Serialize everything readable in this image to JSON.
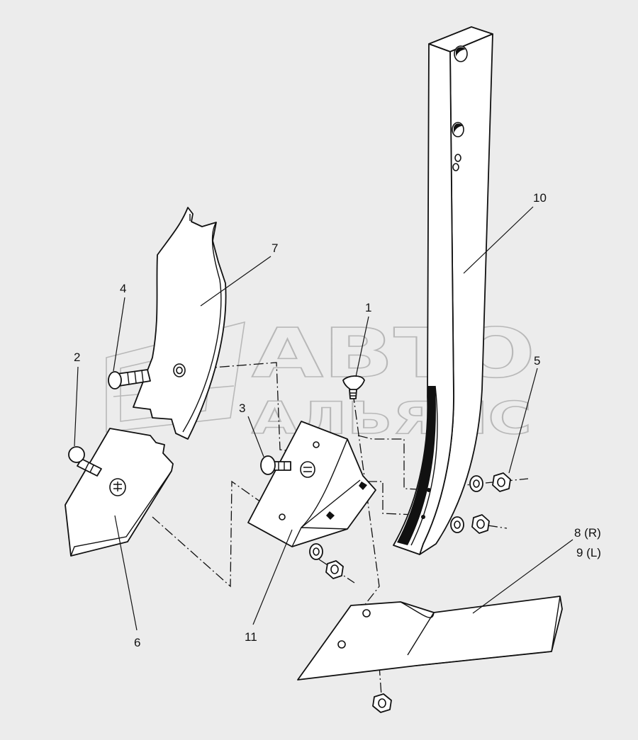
{
  "watermark": {
    "line1": "АВТО",
    "line2": "АЛЬЯНС"
  },
  "callouts": [
    {
      "id": "callout-1",
      "text": "1"
    },
    {
      "id": "callout-2",
      "text": "2"
    },
    {
      "id": "callout-3",
      "text": "3"
    },
    {
      "id": "callout-4",
      "text": "4"
    },
    {
      "id": "callout-5",
      "text": "5"
    },
    {
      "id": "callout-6",
      "text": "6"
    },
    {
      "id": "callout-7",
      "text": "7"
    },
    {
      "id": "callout-8",
      "text": "8 (R)"
    },
    {
      "id": "callout-9",
      "text": "9 (L)"
    },
    {
      "id": "callout-10",
      "text": "10"
    },
    {
      "id": "callout-11",
      "text": "11"
    }
  ]
}
